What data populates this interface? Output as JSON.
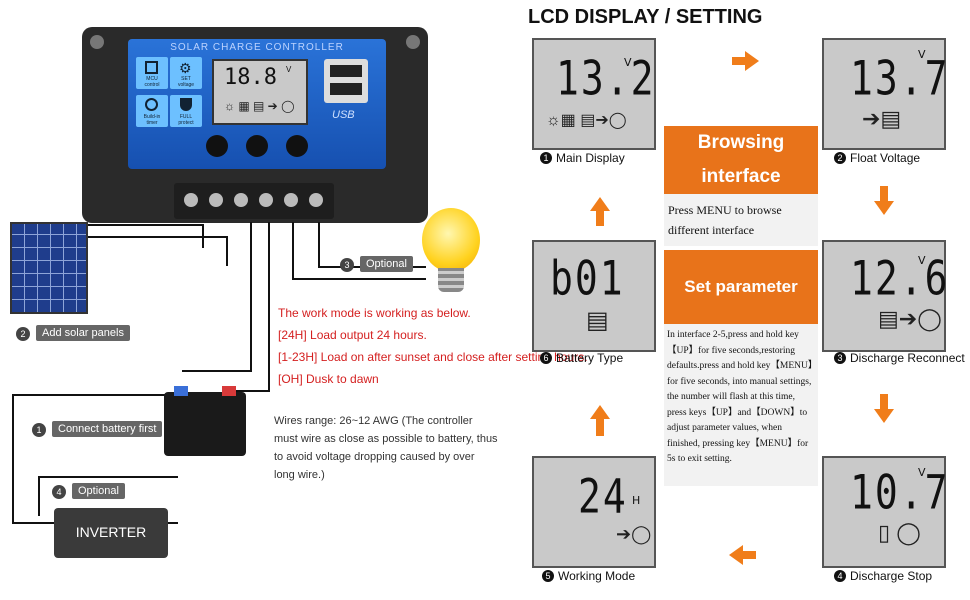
{
  "title": "LCD DISPLAY / SETTING",
  "controller": {
    "header": "SOLAR CHARGE CONTROLLER",
    "lcd_value": "18.8",
    "lcd_unit": "V",
    "usb_label": "USB",
    "keys": [
      {
        "label": "MCU\ncontrol",
        "icon": "chip-icon"
      },
      {
        "label": "SET\nvoltage",
        "icon": "gear-icon"
      },
      {
        "label": "Build-in\ntimer",
        "icon": "clock-icon"
      },
      {
        "label": "FULL\nprotect",
        "icon": "shield-icon"
      }
    ]
  },
  "wiring": {
    "labels": [
      {
        "num": "2",
        "text": "Add solar panels"
      },
      {
        "num": "3",
        "text": "Optional"
      },
      {
        "num": "1",
        "text": "Connect battery first"
      },
      {
        "num": "4",
        "text": "Optional"
      }
    ],
    "inverter": "INVERTER",
    "work_mode": [
      "The work mode is working as below.",
      "[24H]  Load output 24 hours.",
      "[1-23H] Load on after sunset and close after setting hours.",
      "[OH]  Dusk to dawn"
    ],
    "wires_note": "Wires range: 26~12 AWG (The controller must wire as close as possible to battery, thus to avoid voltage dropping caused by over long wire.)"
  },
  "panels": [
    {
      "num": "1",
      "caption": "Main Display",
      "value": "13.2",
      "unit": "V"
    },
    {
      "num": "2",
      "caption": "Float Voltage",
      "value": "13.7",
      "unit": "V"
    },
    {
      "num": "3",
      "caption": "Discharge Reconnect",
      "value": "12.6",
      "unit": "V"
    },
    {
      "num": "4",
      "caption": "Discharge Stop",
      "value": "10.7",
      "unit": "V"
    },
    {
      "num": "5",
      "caption": "Working Mode",
      "value": "24",
      "unit": "H"
    },
    {
      "num": "6",
      "caption": "Battery Type",
      "value": "b01",
      "unit": ""
    }
  ],
  "center": {
    "browsing_title": "Browsing interface",
    "browsing_text": "Press MENU to browse different interface",
    "set_title": "Set parameter",
    "set_text": "In interface 2-5,press and hold key【UP】for five seconds,restoring defaults.press and hold key【MENU】for five seconds, into manual settings, the number will flash at this time, press keys【UP】and【DOWN】to adjust parameter values, when finished, pressing key【MENU】for 5s to exit setting."
  },
  "colors": {
    "accent": "#e8731a",
    "controller_blue": "#1f63c7",
    "lcd_bg": "#c9c9c9"
  }
}
